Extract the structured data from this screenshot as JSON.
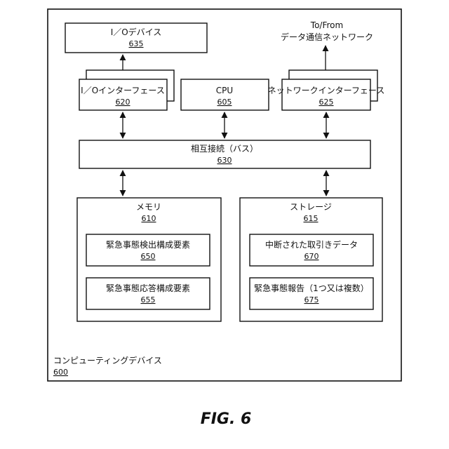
{
  "computing_device": {
    "label": "コンピューティングデバイス",
    "ref": "600"
  },
  "io_device": {
    "label": "I／Oデバイス",
    "ref": "635"
  },
  "network": {
    "line1": "To/From",
    "line2": "データ通信ネットワーク"
  },
  "io_interface": {
    "label": "I／Oインターフェース",
    "ref": "620"
  },
  "cpu": {
    "label": "CPU",
    "ref": "605"
  },
  "network_interface": {
    "label": "ネットワークインターフェース",
    "ref": "625"
  },
  "bus": {
    "label": "相互接続（バス）",
    "ref": "630"
  },
  "memory": {
    "label": "メモリ",
    "ref": "610"
  },
  "storage": {
    "label": "ストレージ",
    "ref": "615"
  },
  "emergency_detection": {
    "label": "緊急事態検出構成要素",
    "ref": "650"
  },
  "emergency_response": {
    "label": "緊急事態応答構成要素",
    "ref": "655"
  },
  "interrupted_transactions": {
    "label": "中断された取引きデータ",
    "ref": "670"
  },
  "emergency_reports": {
    "label": "緊急事態報告（1つ又は複数）",
    "ref": "675"
  },
  "figure_label": "FIG. 6"
}
